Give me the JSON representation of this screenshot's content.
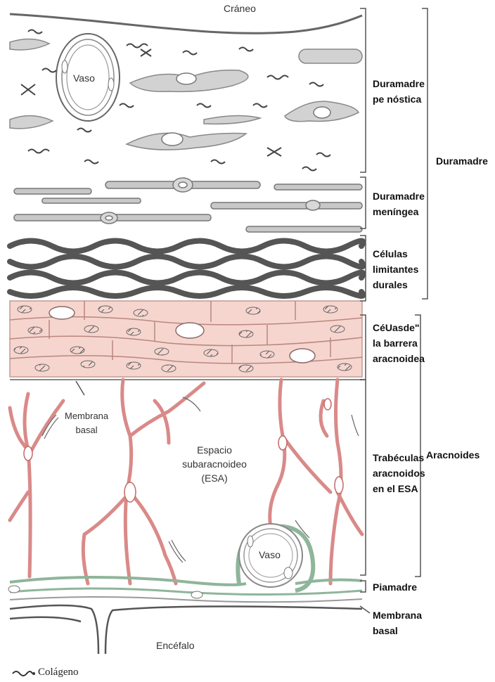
{
  "labels": {
    "craneo": "Cráneo",
    "vaso_top": "Vaso",
    "vaso_bottom": "Vaso",
    "membrana_basal_inner": "Membrana\nbasal",
    "espacio": "Espacio\nsubaracnoideo\n(ESA)",
    "encefalo": "Encéfalo"
  },
  "layers": [
    {
      "id": "perostica",
      "text": "Duramadre\npe nóstica"
    },
    {
      "id": "meningea",
      "text": "Duramadre\nmeníngea"
    },
    {
      "id": "limitantes",
      "text": "Células\nlimitantes\ndurales"
    },
    {
      "id": "barrera",
      "text": "CéUasde\"\nla barrera\naracnoidea"
    },
    {
      "id": "trabeculas",
      "text": "Trabéculas\naracnoidos\nen el ESA"
    },
    {
      "id": "piamadre",
      "text": "Piamadre"
    },
    {
      "id": "membrana_basal",
      "text": "Membrana\nbasal"
    }
  ],
  "groups": {
    "duramadre": "Duramadre",
    "aracnoides": "Aracnoides"
  },
  "legend": {
    "colageno": "Colágeno"
  },
  "colors": {
    "dura_cell": "#d2d2d2",
    "dura_dark": "#5a5a5a",
    "barrier_fill": "#f6d5cf",
    "trabecula": "#d98a88",
    "pia": "#8fb59a"
  }
}
